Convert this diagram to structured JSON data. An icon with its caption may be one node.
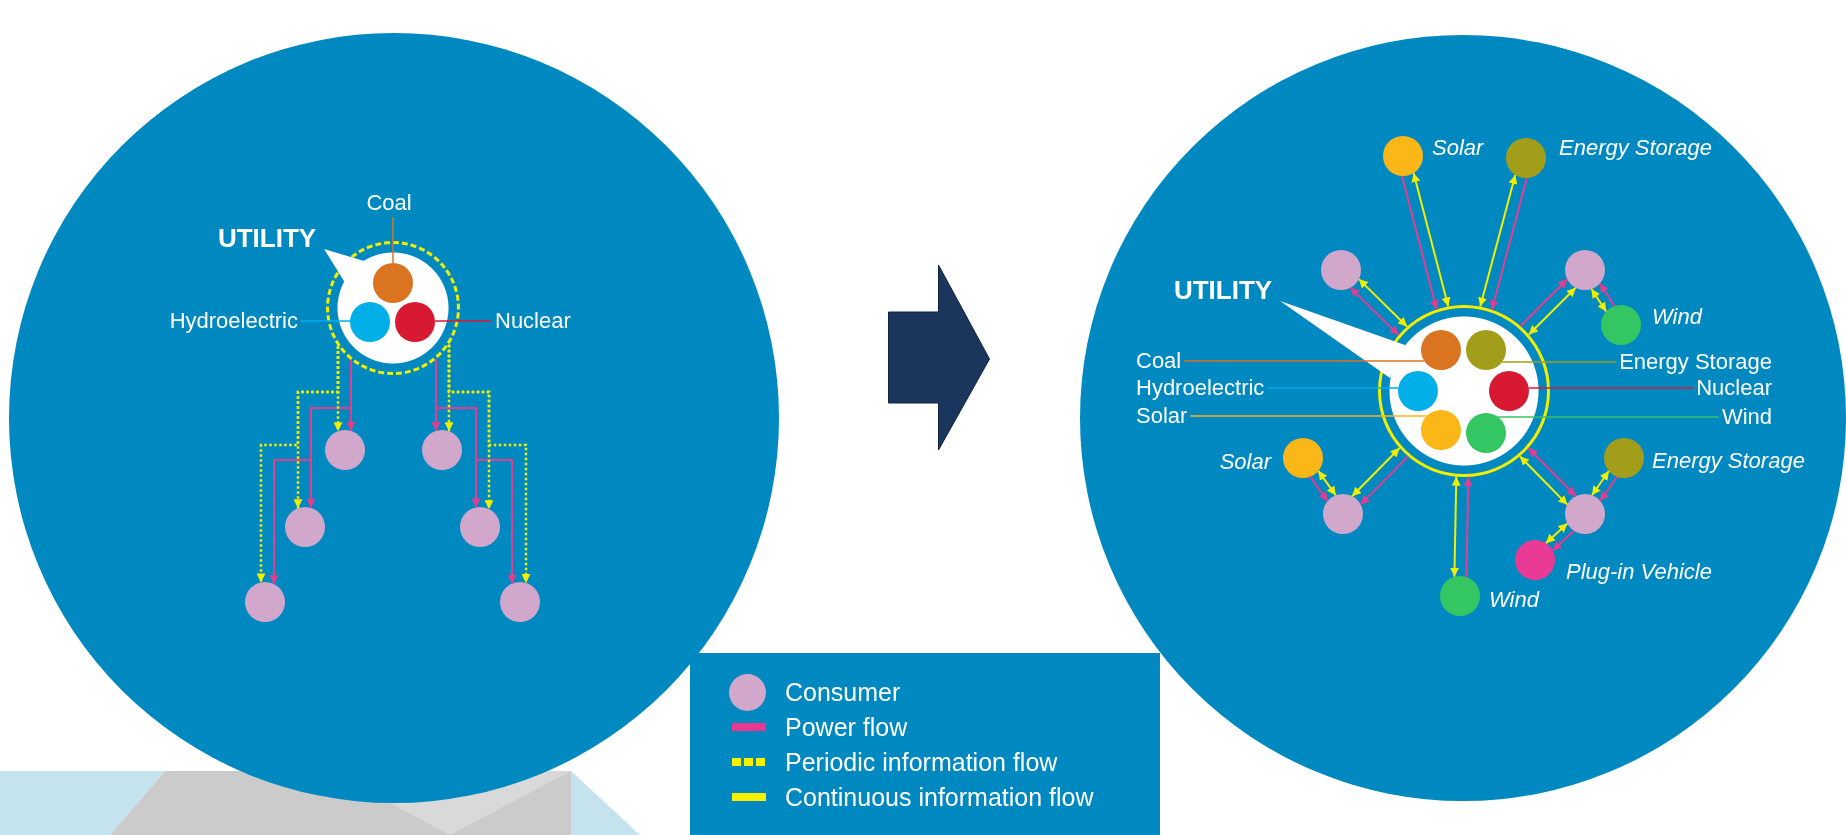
{
  "diagram": {
    "nodes": [
      {
        "text": [],
        "shape": "circle"
      },
      {
        "text": [],
        "shape": "circle",
        "in": 0
      },
      {
        "text": [
          "Coal"
        ],
        "in": 0
      },
      {
        "text": [],
        "shape": "circle",
        "in": 1
      },
      {
        "text": [
          "Hydroelectric"
        ],
        "in": 0
      },
      {
        "text": [],
        "shape": "circle",
        "in": 1
      },
      {
        "text": [],
        "shape": "circle",
        "in": 1
      },
      {
        "text": [
          "Nuclear"
        ],
        "in": 0
      },
      {
        "text": [],
        "shape": "circle",
        "in": 0
      },
      {
        "text": [],
        "shape": "circle",
        "in": 0
      },
      {
        "text": [],
        "shape": "circle",
        "in": 0
      },
      {
        "text": [],
        "shape": "circle",
        "in": 0
      },
      {
        "text": [],
        "shape": "circle",
        "in": 0
      },
      {
        "text": [],
        "shape": "circle",
        "in": 0
      },
      {
        "text": [],
        "shape": "circle"
      },
      {
        "text": [],
        "shape": "circle",
        "in": 14
      },
      {
        "text": [],
        "shape": "circle",
        "beside": [
          "Solar"
        ],
        "in": 14
      },
      {
        "text": [],
        "shape": "circle",
        "beside": [
          "Energy Storage"
        ],
        "in": 14
      },
      {
        "text": [],
        "shape": "circle",
        "in": 14
      },
      {
        "text": [],
        "shape": "circle",
        "in": 14
      },
      {
        "text": [],
        "shape": "circle",
        "beside": [
          "Wind"
        ],
        "in": 14
      },
      {
        "text": [
          "Coal"
        ],
        "in": 14
      },
      {
        "text": [],
        "shape": "circle",
        "in": 15
      },
      {
        "text": [],
        "shape": "circle",
        "in": 15
      },
      {
        "text": [
          "Energy Storage"
        ],
        "in": 14
      },
      {
        "text": [
          "Hydroelectric"
        ],
        "in": 14
      },
      {
        "text": [],
        "shape": "circle",
        "in": 15
      },
      {
        "text": [],
        "shape": "circle",
        "in": 15
      },
      {
        "text": [
          "Nuclear"
        ],
        "in": 14
      },
      {
        "text": [
          "Solar"
        ],
        "in": 14
      },
      {
        "text": [],
        "shape": "circle",
        "in": 15
      },
      {
        "text": [],
        "shape": "circle",
        "in": 15
      },
      {
        "text": [
          "Wind"
        ],
        "in": 14
      },
      {
        "text": [],
        "shape": "circle",
        "beside": [
          "Solar"
        ],
        "in": 14
      },
      {
        "text": [],
        "shape": "circle",
        "beside": [
          "Energy Storage"
        ],
        "in": 14
      },
      {
        "text": [],
        "shape": "circle",
        "in": 14
      },
      {
        "text": [],
        "shape": "circle",
        "in": 14
      },
      {
        "text": [],
        "shape": "circle",
        "beside": [
          "Plug-in Vehicle"
        ],
        "in": 14
      },
      {
        "text": [],
        "shape": "circle",
        "beside": [
          "Wind"
        ],
        "in": 14
      },
      {
        "text": [
          "UTILITY"
        ],
        "in": 0
      },
      {
        "text": [
          "UTILITY"
        ],
        "in": 14
      }
    ],
    "edges": [
      {
        "from": 1,
        "to": 8,
        "arrow": "to",
        "color": "#e43d8f"
      },
      {
        "from": 1,
        "to": 10,
        "arrow": "to",
        "color": "#e43d8f"
      },
      {
        "from": 1,
        "to": 12,
        "arrow": "to",
        "color": "#e43d8f"
      },
      {
        "from": 1,
        "to": 9,
        "arrow": "to",
        "color": "#e43d8f"
      },
      {
        "from": 1,
        "to": 11,
        "arrow": "to",
        "color": "#e43d8f"
      },
      {
        "from": 1,
        "to": 13,
        "arrow": "to",
        "color": "#e43d8f"
      },
      {
        "from": 1,
        "to": 8,
        "arrow": "to",
        "style": "dashed",
        "color": "#f2ee00"
      },
      {
        "from": 1,
        "to": 10,
        "arrow": "to",
        "style": "dashed",
        "color": "#f2ee00"
      },
      {
        "from": 1,
        "to": 12,
        "arrow": "to",
        "style": "dashed",
        "color": "#f2ee00"
      },
      {
        "from": 1,
        "to": 9,
        "arrow": "to",
        "style": "dashed",
        "color": "#f2ee00"
      },
      {
        "from": 1,
        "to": 11,
        "arrow": "to",
        "style": "dashed",
        "color": "#f2ee00"
      },
      {
        "from": 1,
        "to": 13,
        "arrow": "to",
        "style": "dashed",
        "color": "#f2ee00"
      },
      {
        "from": 2,
        "to": 3,
        "arrow": "none",
        "color": "#db7420"
      },
      {
        "from": 4,
        "to": 5,
        "arrow": "none",
        "color": "#00aee8"
      },
      {
        "from": 7,
        "to": 6,
        "arrow": "none",
        "color": "#d71a31"
      },
      {
        "from": 0,
        "to": 14,
        "arrow": "to",
        "style": "thick",
        "color": "#1b365d"
      },
      {
        "from": 21,
        "to": 22,
        "arrow": "none",
        "color": "#db7420"
      },
      {
        "from": 24,
        "to": 23,
        "arrow": "none",
        "color": "#a29e1a"
      },
      {
        "from": 25,
        "to": 26,
        "arrow": "none",
        "color": "#00aee8"
      },
      {
        "from": 28,
        "to": 27,
        "arrow": "none",
        "color": "#d71a31"
      },
      {
        "from": 29,
        "to": 30,
        "arrow": "none",
        "color": "#fbb617"
      },
      {
        "from": 32,
        "to": 31,
        "arrow": "none",
        "color": "#34c663"
      },
      {
        "from": 16,
        "to": 15,
        "arrow": "to",
        "color": "#e43d8f"
      },
      {
        "from": 16,
        "to": 15,
        "arrow": "both",
        "color": "#f2ee00"
      },
      {
        "from": 17,
        "to": 15,
        "arrow": "both",
        "color": "#f2ee00"
      },
      {
        "from": 17,
        "to": 15,
        "arrow": "to",
        "color": "#e43d8f"
      },
      {
        "from": 18,
        "to": 15,
        "arrow": "both",
        "color": "#e43d8f"
      },
      {
        "from": 18,
        "to": 15,
        "arrow": "both",
        "color": "#f2ee00"
      },
      {
        "from": 15,
        "to": 19,
        "arrow": "to",
        "color": "#e43d8f"
      },
      {
        "from": 15,
        "to": 19,
        "arrow": "both",
        "color": "#f2ee00"
      },
      {
        "from": 20,
        "to": 19,
        "arrow": "both",
        "color": "#f2ee00"
      },
      {
        "from": 20,
        "to": 19,
        "arrow": "to",
        "color": "#e43d8f"
      },
      {
        "from": 33,
        "to": 35,
        "arrow": "to",
        "color": "#e43d8f"
      },
      {
        "from": 33,
        "to": 35,
        "arrow": "both",
        "color": "#f2ee00"
      },
      {
        "from": 15,
        "to": 35,
        "arrow": "to",
        "color": "#e43d8f"
      },
      {
        "from": 15,
        "to": 35,
        "arrow": "both",
        "color": "#f2ee00"
      },
      {
        "from": 15,
        "to": 36,
        "arrow": "both",
        "color": "#e43d8f"
      },
      {
        "from": 15,
        "to": 36,
        "arrow": "both",
        "color": "#f2ee00"
      },
      {
        "from": 34,
        "to": 36,
        "arrow": "both",
        "color": "#f2ee00"
      },
      {
        "from": 34,
        "to": 36,
        "arrow": "to",
        "color": "#e43d8f"
      },
      {
        "from": 36,
        "to": 37,
        "arrow": "to",
        "color": "#e43d8f"
      },
      {
        "from": 36,
        "to": 37,
        "arrow": "both",
        "color": "#f2ee00"
      },
      {
        "from": 38,
        "to": 15,
        "arrow": "to",
        "color": "#e43d8f"
      },
      {
        "from": 38,
        "to": 15,
        "arrow": "both",
        "color": "#f2ee00"
      },
      {
        "from": 39,
        "to": 1,
        "arrow": "both",
        "color": "#ffffff"
      },
      {
        "from": 40,
        "to": 15,
        "arrow": "both",
        "color": "#ffffff"
      }
    ],
    "legend": [
      {
        "text": "Consumer",
        "color": "#d1a8cc"
      },
      {
        "text": "Power flow",
        "color": "#e8388f"
      },
      {
        "text": "Periodic information flow",
        "color": "#f5f000"
      },
      {
        "text": "Continuous information flow",
        "color": "#f5f000"
      }
    ]
  }
}
